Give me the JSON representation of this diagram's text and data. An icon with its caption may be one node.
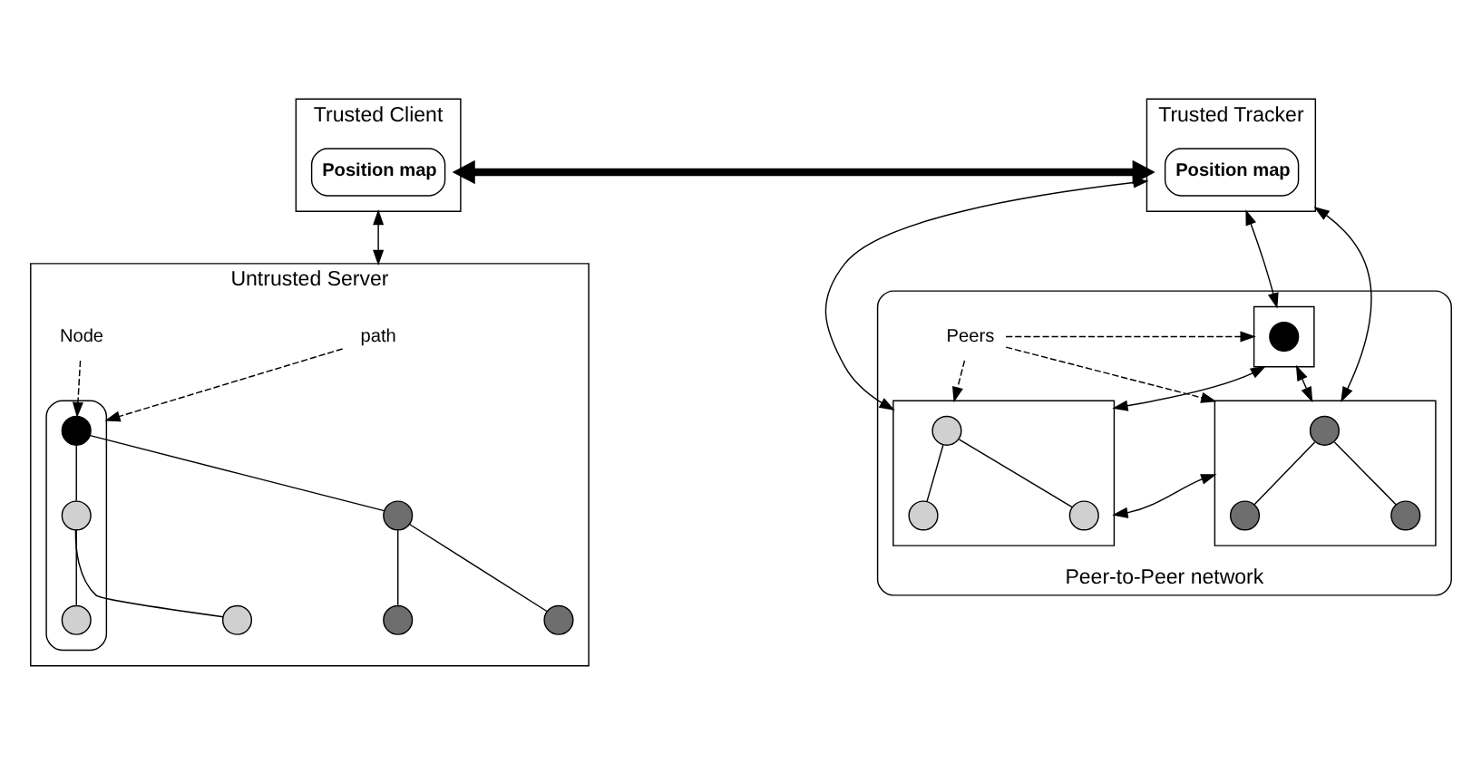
{
  "diagram": {
    "nodes": [
      {
        "text": [
          "Trusted Client"
        ]
      },
      {
        "text": [
          "Position map"
        ],
        "in": 0
      },
      {
        "text": [
          "Trusted Tracker"
        ]
      },
      {
        "text": [
          "Position map"
        ],
        "in": 2
      },
      {
        "text": [
          "Untrusted Server"
        ]
      },
      {
        "text": [
          "path"
        ],
        "in": 4
      },
      {
        "text": [
          "Node"
        ],
        "in": 4
      },
      {
        "text": [],
        "shape": "box",
        "in": 4
      },
      {
        "text": [],
        "shape": "circle",
        "in": 7
      },
      {
        "text": [],
        "shape": "circle",
        "in": 7
      },
      {
        "text": [],
        "shape": "circle",
        "in": 4
      },
      {
        "text": [],
        "shape": "circle",
        "in": 4
      },
      {
        "text": [],
        "shape": "circle",
        "in": 7
      },
      {
        "text": [],
        "shape": "circle",
        "in": 4
      },
      {
        "text": [],
        "shape": "circle",
        "in": 4
      },
      {
        "text": [
          "Peer-to-Peer network"
        ]
      },
      {
        "text": [],
        "shape": "box",
        "in": 15
      },
      {
        "text": [],
        "shape": "circle",
        "in": 16
      },
      {
        "text": [],
        "shape": "circle",
        "in": 16
      },
      {
        "text": [],
        "shape": "circle",
        "in": 16
      },
      {
        "text": [],
        "shape": "box",
        "in": 15
      },
      {
        "text": [],
        "shape": "circle",
        "in": 20
      },
      {
        "text": [],
        "shape": "box",
        "in": 15
      },
      {
        "text": [],
        "shape": "circle",
        "in": 22
      },
      {
        "text": [],
        "shape": "circle",
        "in": 22
      },
      {
        "text": [],
        "shape": "circle",
        "in": 22
      },
      {
        "text": [
          "Peers"
        ],
        "in": 15
      }
    ],
    "edges": [
      {
        "from": 0,
        "to": 2,
        "arrow": "both",
        "style": "thick"
      },
      {
        "from": 0,
        "to": 4,
        "arrow": "both"
      },
      {
        "from": 2,
        "to": 16,
        "arrow": "both"
      },
      {
        "from": 2,
        "to": 20,
        "arrow": "both"
      },
      {
        "from": 2,
        "to": 22,
        "arrow": "both"
      },
      {
        "from": 20,
        "to": 16,
        "arrow": "both"
      },
      {
        "from": 20,
        "to": 22,
        "arrow": "both"
      },
      {
        "from": 16,
        "to": 22,
        "arrow": "both"
      },
      {
        "from": 5,
        "to": 7,
        "arrow": "to",
        "style": "dashed"
      },
      {
        "from": 6,
        "to": 8,
        "arrow": "to",
        "style": "dashed"
      },
      {
        "from": 26,
        "to": 16,
        "arrow": "to",
        "style": "dashed"
      },
      {
        "from": 26,
        "to": 20,
        "arrow": "to",
        "style": "dashed"
      },
      {
        "from": 26,
        "to": 22,
        "arrow": "to",
        "style": "dashed"
      },
      {
        "from": 8,
        "to": 9,
        "arrow": "none"
      },
      {
        "from": 8,
        "to": 10,
        "arrow": "none"
      },
      {
        "from": 9,
        "to": 11,
        "arrow": "none"
      },
      {
        "from": 9,
        "to": 12,
        "arrow": "none"
      },
      {
        "from": 10,
        "to": 13,
        "arrow": "none"
      },
      {
        "from": 10,
        "to": 14,
        "arrow": "none"
      },
      {
        "from": 17,
        "to": 18,
        "arrow": "none"
      },
      {
        "from": 17,
        "to": 19,
        "arrow": "none"
      },
      {
        "from": 23,
        "to": 24,
        "arrow": "none"
      },
      {
        "from": 23,
        "to": 25,
        "arrow": "none"
      }
    ]
  }
}
